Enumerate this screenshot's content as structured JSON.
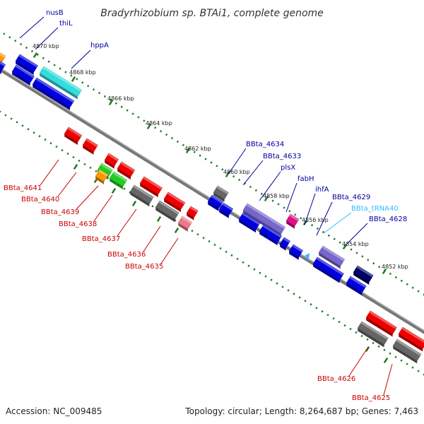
{
  "title": "Bradyrhizobium sp. BTAi1, complete genome",
  "footer": {
    "accession": "Accession: NC_009485",
    "info": "Topology: circular; Length: 8,264,687 bp; Genes: 7,463"
  },
  "colors": {
    "forward_label": "#00009e",
    "reverse_label": "#cc0000",
    "trna_label": "#33bbff",
    "tick": "#1e7a1e",
    "backbone": "#777777"
  },
  "kbp_ticks": [
    "4870 kbp",
    "4868 kbp",
    "4866 kbp",
    "4864 kbp",
    "4862 kbp",
    "4860 kbp",
    "4858 kbp",
    "4856 kbp",
    "4854 kbp",
    "4852 kbp"
  ],
  "forward_labels": [
    "nusB",
    "thiL",
    "hppA",
    "BBta_4634",
    "BBta_4633",
    "plsX",
    "fabH",
    "ihfA",
    "BBta_4629",
    "BBta_tRNA40",
    "BBta_4628"
  ],
  "reverse_labels": [
    "BBta_4641",
    "BBta_4640",
    "BBta_4639",
    "BBta_4638",
    "BBta_4637",
    "BBta_4636",
    "BBta_4635",
    "BBta_4626",
    "BBta_4625"
  ]
}
